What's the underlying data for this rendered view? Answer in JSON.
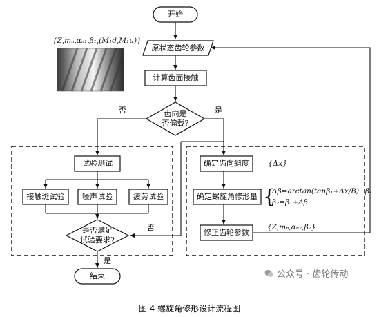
{
  "nodes": {
    "start": "开始",
    "original_params": "原状态齿轮参数",
    "calc_contact": "计算齿面接触",
    "decision_bias": "齿向是否偏载?",
    "decision_bias_line1": "齿向是",
    "decision_bias_line2": "否偏载?",
    "test": "试验测试",
    "contact_test": "接触斑试验",
    "noise_test": "噪声试验",
    "fatigue_test": "疲劳试验",
    "decision_req_line1": "是否满足",
    "decision_req_line2": "试验要求?",
    "end": "结束",
    "slope": "确定齿向斜度",
    "helix_mod": "确定螺旋角修形量",
    "correct_params": "修正齿轮参数"
  },
  "labels": {
    "no_left": "否",
    "yes_right": "是",
    "no_req": "否",
    "yes_req": "是",
    "delta_x": "{Δx}",
    "eq1": "Δβ=arctan(tanβ₁+Δx/B)−β₁",
    "eq2": "β₂=β₁+Δβ",
    "params_out": "{Z,mₙ,αₙ₂,β₂}",
    "params_in": "{Z,mₙ,αₙ₁,β₁,(M₁d,M₁u)}"
  },
  "caption": "图 4 螺旋角修形设计流程图",
  "watermark": "公众号 · 齿轮传动",
  "colors": {
    "stroke": "#111111",
    "image_dark": "#2a2a2a",
    "image_light": "#d8d8d8",
    "watermark": "#888888"
  }
}
